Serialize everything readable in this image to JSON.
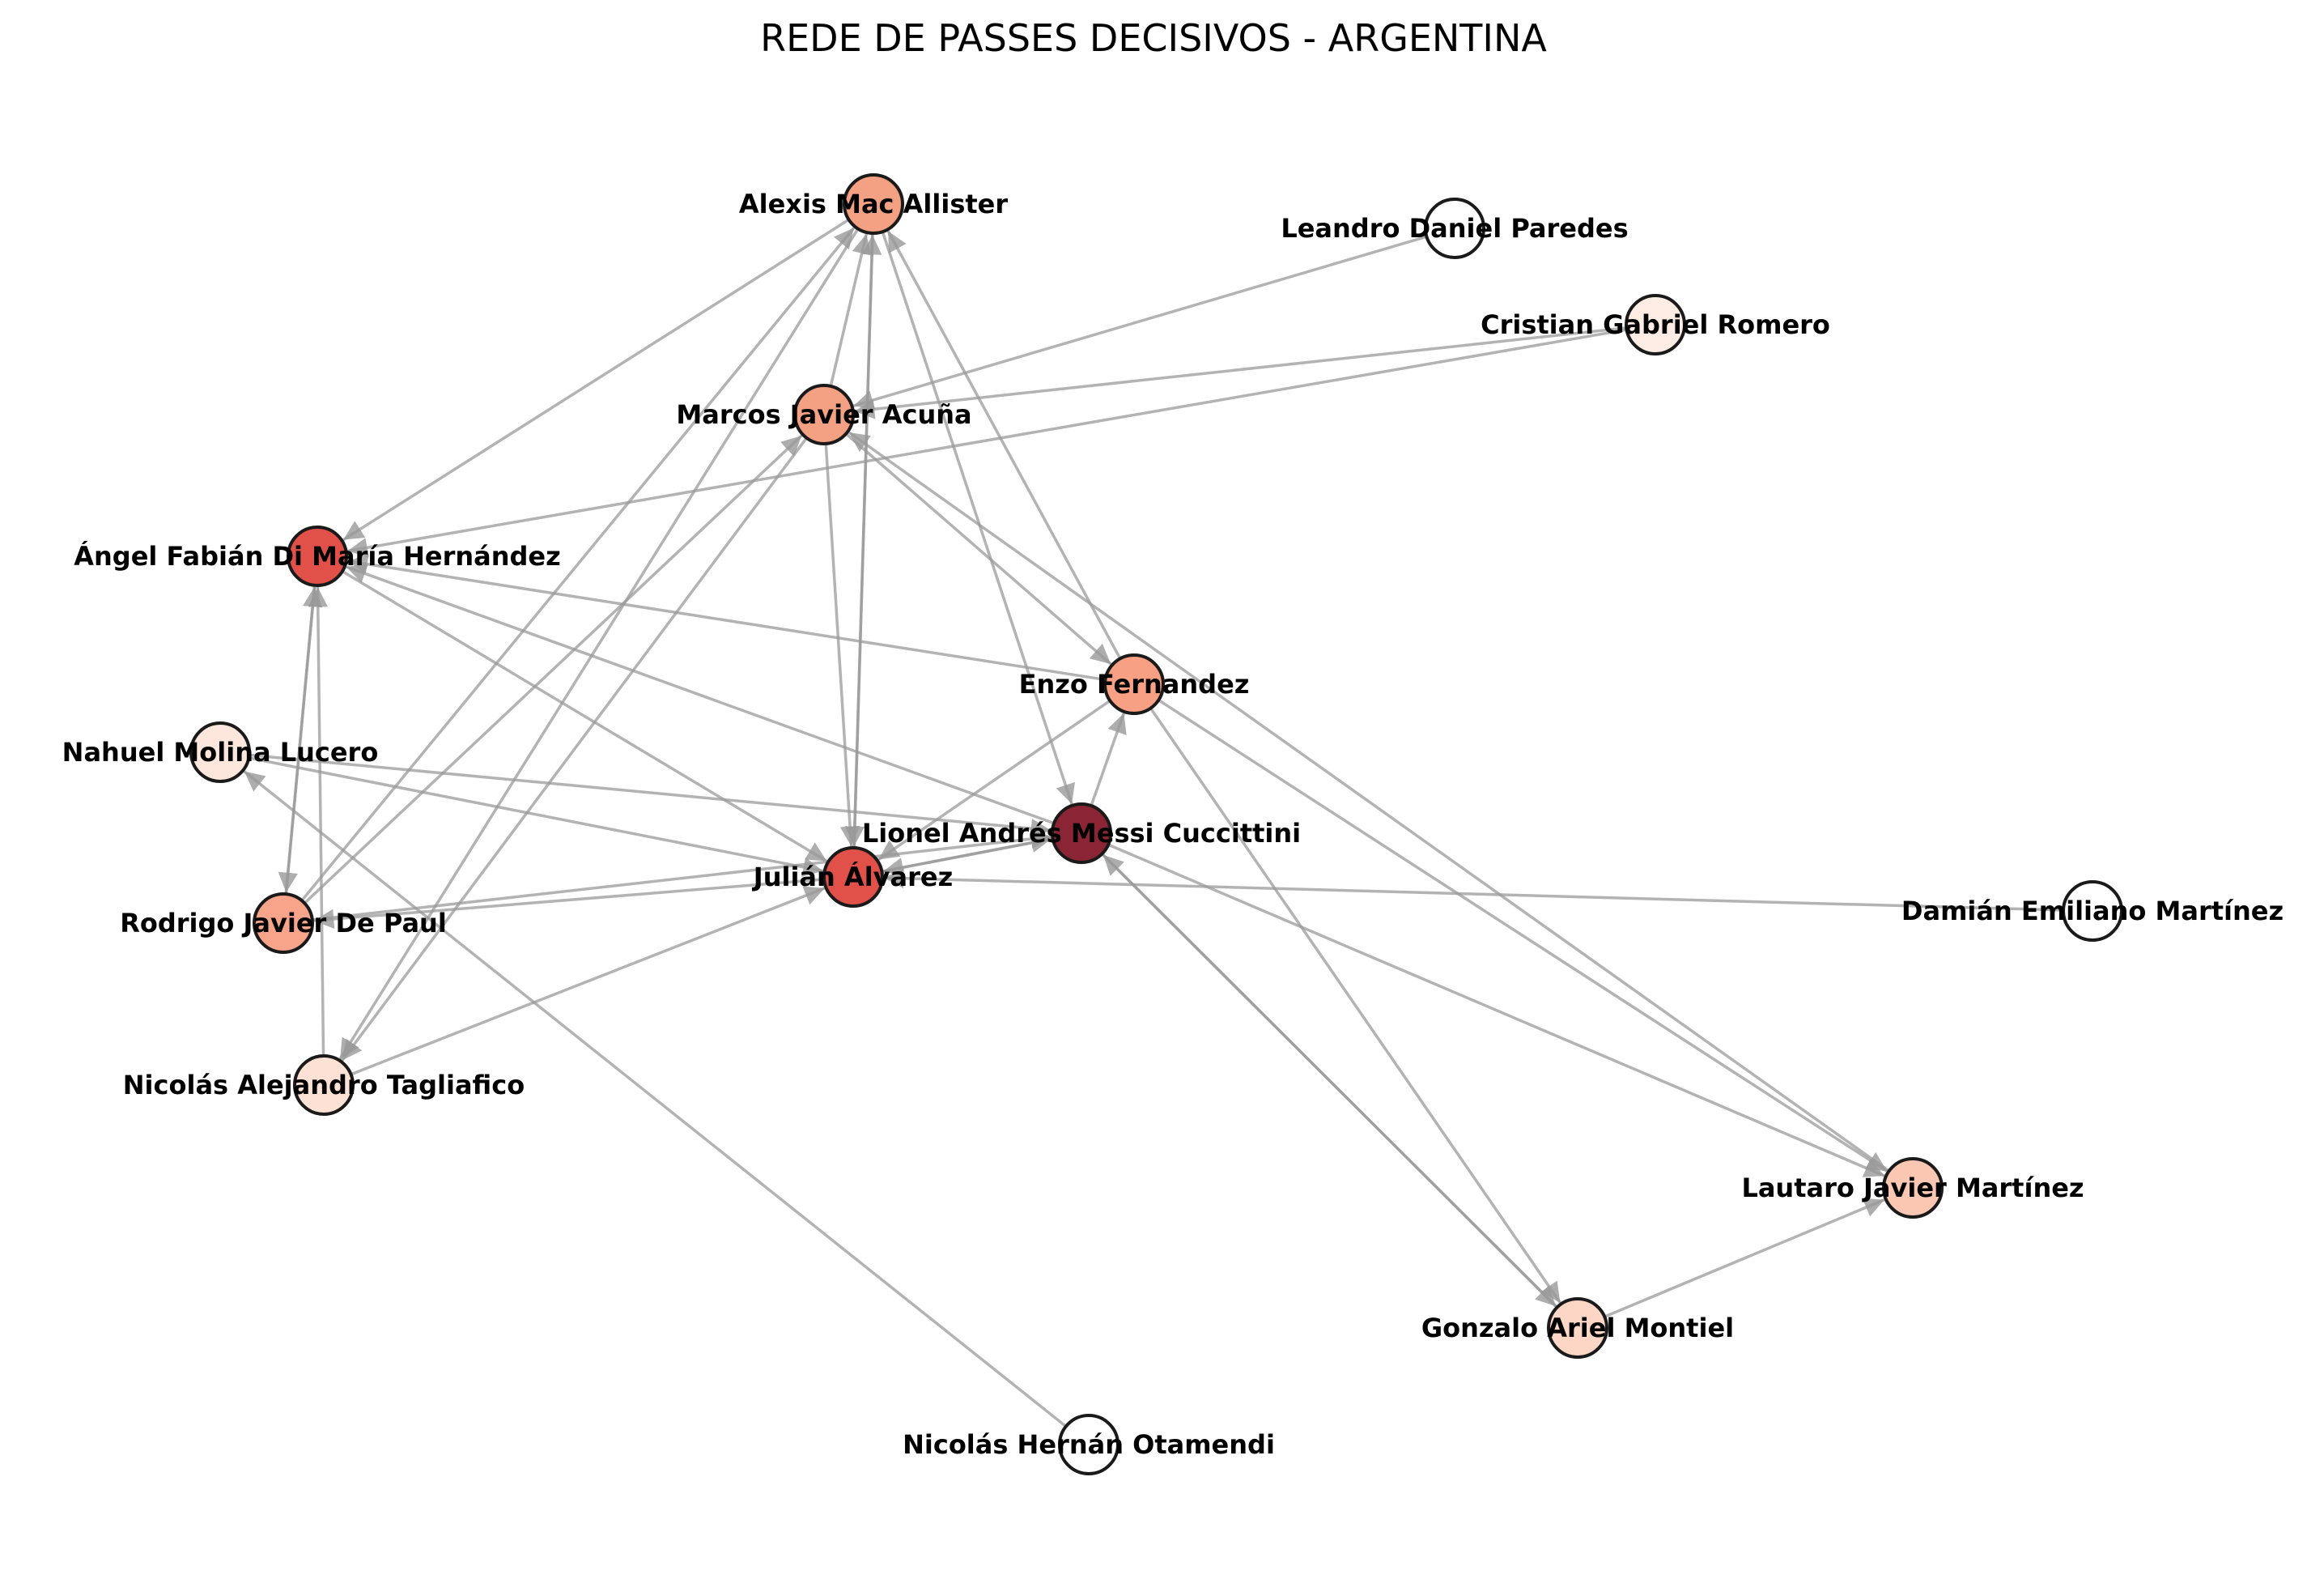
{
  "title": "REDE DE PASSES DECISIVOS - ARGENTINA",
  "colors": {
    "edge": "#999999",
    "node_stroke": "#1a1a1a",
    "node_scale": [
      "#fff5f0",
      "#fdd4c2",
      "#fcaa8e",
      "#f7876b",
      "#e64a3b",
      "#8b2535"
    ]
  },
  "nodes": [
    {
      "id": "alexis",
      "label": "Alexis Mac Allister",
      "color": "#f4a083"
    },
    {
      "id": "leandro",
      "label": "Leandro Daniel Paredes",
      "color": "#ffffff"
    },
    {
      "id": "cristian",
      "label": "Cristian Gabriel Romero",
      "color": "#fdece4"
    },
    {
      "id": "marcos",
      "label": "Marcos Javier Acuña",
      "color": "#f4a083"
    },
    {
      "id": "angel",
      "label": "Ángel Fabián Di María Hernández",
      "color": "#e2504a"
    },
    {
      "id": "enzo",
      "label": "Enzo Fernandez",
      "color": "#f7a083"
    },
    {
      "id": "nahuel",
      "label": "Nahuel Molina Lucero",
      "color": "#fde7dd"
    },
    {
      "id": "messi",
      "label": "Lionel Andrés Messi Cuccittini",
      "color": "#8b2535"
    },
    {
      "id": "julian",
      "label": "Julián Álvarez",
      "color": "#e2504a"
    },
    {
      "id": "rodrigo",
      "label": "Rodrigo Javier De Paul",
      "color": "#f7a48a"
    },
    {
      "id": "damian",
      "label": "Damián Emiliano Martínez",
      "color": "#ffffff"
    },
    {
      "id": "tagliafico",
      "label": "Nicolás Alejandro Tagliafico",
      "color": "#fde1d5"
    },
    {
      "id": "lautaro",
      "label": "Lautaro Javier Martínez",
      "color": "#fbc7b3"
    },
    {
      "id": "gonzalo",
      "label": "Gonzalo Ariel Montiel",
      "color": "#fdd6c6"
    },
    {
      "id": "otamendi",
      "label": "Nicolás Hernán Otamendi",
      "color": "#ffffff"
    }
  ],
  "edges": [
    {
      "from": "alexis",
      "to": "angel"
    },
    {
      "from": "alexis",
      "to": "tagliafico"
    },
    {
      "from": "alexis",
      "to": "julian"
    },
    {
      "from": "alexis",
      "to": "messi"
    },
    {
      "from": "marcos",
      "to": "alexis"
    },
    {
      "from": "julian",
      "to": "alexis"
    },
    {
      "from": "rodrigo",
      "to": "alexis"
    },
    {
      "from": "enzo",
      "to": "alexis"
    },
    {
      "from": "leandro",
      "to": "marcos"
    },
    {
      "from": "cristian",
      "to": "marcos"
    },
    {
      "from": "cristian",
      "to": "angel"
    },
    {
      "from": "marcos",
      "to": "julian"
    },
    {
      "from": "marcos",
      "to": "enzo"
    },
    {
      "from": "marcos",
      "to": "tagliafico"
    },
    {
      "from": "rodrigo",
      "to": "marcos"
    },
    {
      "from": "lautaro",
      "to": "marcos"
    },
    {
      "from": "angel",
      "to": "rodrigo"
    },
    {
      "from": "angel",
      "to": "julian"
    },
    {
      "from": "rodrigo",
      "to": "angel"
    },
    {
      "from": "tagliafico",
      "to": "angel"
    },
    {
      "from": "enzo",
      "to": "angel"
    },
    {
      "from": "messi",
      "to": "angel"
    },
    {
      "from": "enzo",
      "to": "julian"
    },
    {
      "from": "enzo",
      "to": "lautaro"
    },
    {
      "from": "enzo",
      "to": "gonzalo"
    },
    {
      "from": "messi",
      "to": "enzo"
    },
    {
      "from": "nahuel",
      "to": "julian"
    },
    {
      "from": "nahuel",
      "to": "messi"
    },
    {
      "from": "julian",
      "to": "messi"
    },
    {
      "from": "messi",
      "to": "julian"
    },
    {
      "from": "julian",
      "to": "rodrigo"
    },
    {
      "from": "rodrigo",
      "to": "messi"
    },
    {
      "from": "damian",
      "to": "julian"
    },
    {
      "from": "tagliafico",
      "to": "julian"
    },
    {
      "from": "otamendi",
      "to": "nahuel"
    },
    {
      "from": "messi",
      "to": "lautaro"
    },
    {
      "from": "messi",
      "to": "gonzalo"
    },
    {
      "from": "gonzalo",
      "to": "messi"
    },
    {
      "from": "gonzalo",
      "to": "lautaro"
    }
  ]
}
